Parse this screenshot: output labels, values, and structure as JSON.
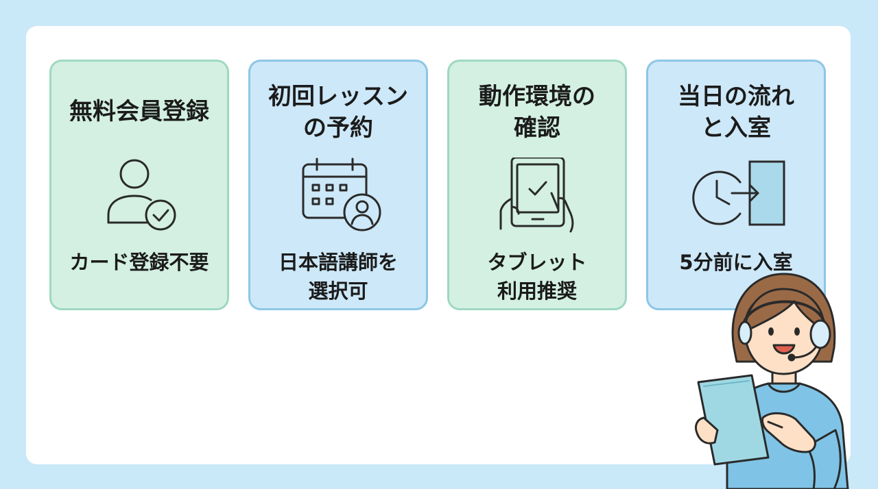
{
  "steps": [
    {
      "title_lines": [
        "無料会員登録"
      ],
      "note_lines": [
        "カード登録不要"
      ],
      "icon": "user-check-icon"
    },
    {
      "title_lines": [
        "初回レッスン",
        "の予約"
      ],
      "note_lines": [
        "日本語講師を",
        "選択可"
      ],
      "icon": "calendar-teacher-icon"
    },
    {
      "title_lines": [
        "動作環境の",
        "確認"
      ],
      "note_lines": [
        "タブレット",
        "利用推奨"
      ],
      "icon": "tablet-check-icon"
    },
    {
      "title_lines": [
        "当日の流れ",
        "と入室"
      ],
      "note_lines": [
        "5分前に入室"
      ],
      "icon": "clock-enter-icon"
    }
  ],
  "illustration": "teacher-with-headset-and-tablet",
  "colors": {
    "background": "#c9e8f8",
    "card_green": "#d3f0e2",
    "card_blue": "#cde8f8",
    "line": "#2a2a2a"
  }
}
